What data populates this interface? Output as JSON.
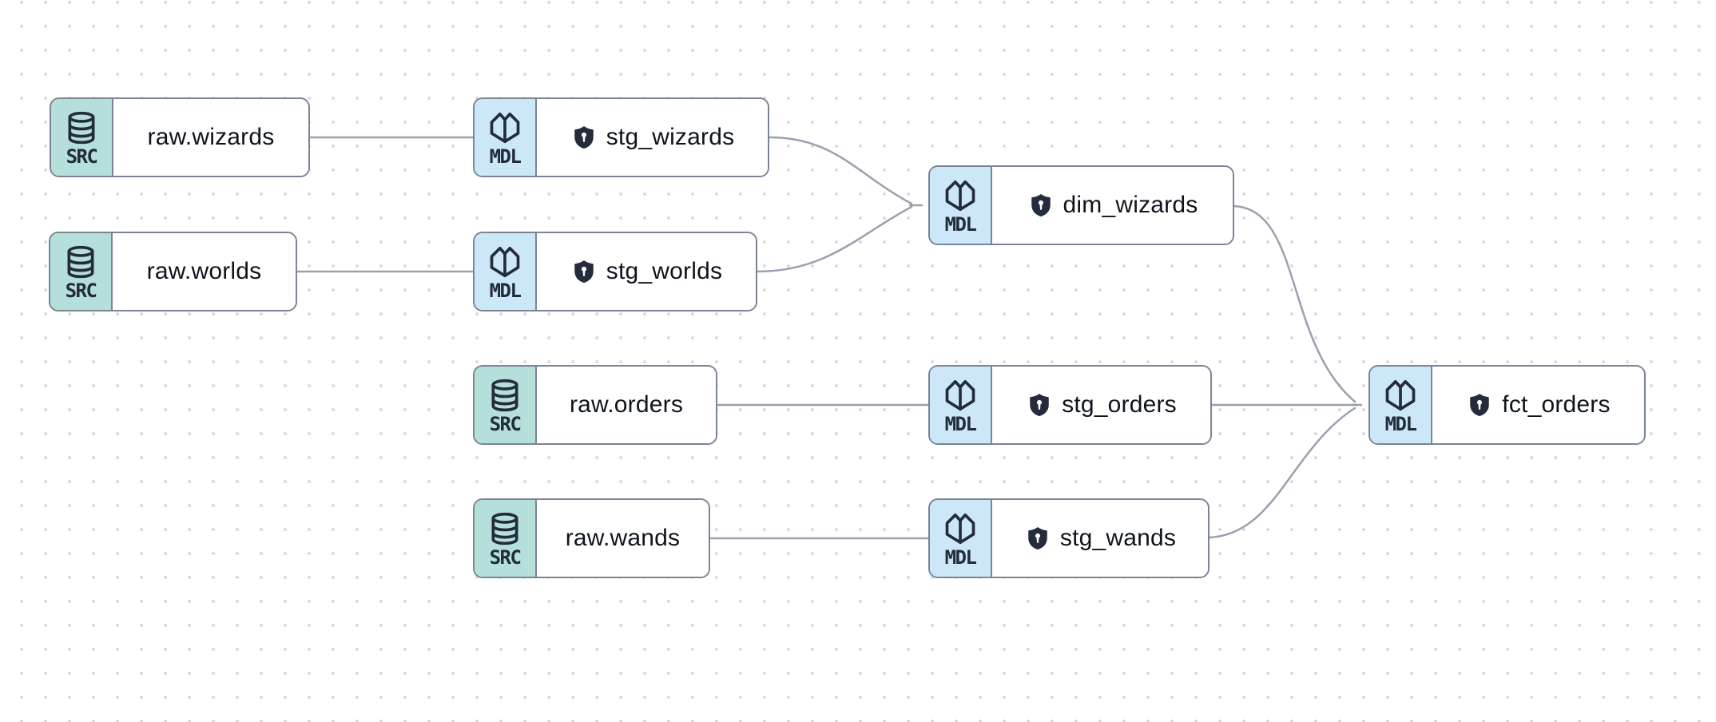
{
  "diagram": {
    "kind": "data-lineage-graph",
    "badges": {
      "source": "SRC",
      "model": "MDL"
    },
    "colors": {
      "source_badge_bg": "#b4dfdb",
      "model_badge_bg": "#cce8f8",
      "node_border": "#7b8494",
      "edge_line": "#9aa1ae",
      "icon_and_badge_text": "#242c3b",
      "node_label_text": "#0f141c",
      "shield_fill": "#242c3b",
      "background_dot": "#d7d7db",
      "background": "#ffffff"
    },
    "nodes": [
      {
        "id": "raw.wizards",
        "type": "source",
        "badge": "SRC",
        "label": "raw.wizards",
        "shield": false
      },
      {
        "id": "raw.worlds",
        "type": "source",
        "badge": "SRC",
        "label": "raw.worlds",
        "shield": false
      },
      {
        "id": "stg_wizards",
        "type": "model",
        "badge": "MDL",
        "label": "stg_wizards",
        "shield": true
      },
      {
        "id": "stg_worlds",
        "type": "model",
        "badge": "MDL",
        "label": "stg_worlds",
        "shield": true
      },
      {
        "id": "dim_wizards",
        "type": "model",
        "badge": "MDL",
        "label": "dim_wizards",
        "shield": true
      },
      {
        "id": "raw.orders",
        "type": "source",
        "badge": "SRC",
        "label": "raw.orders",
        "shield": false
      },
      {
        "id": "stg_orders",
        "type": "model",
        "badge": "MDL",
        "label": "stg_orders",
        "shield": true
      },
      {
        "id": "raw.wands",
        "type": "source",
        "badge": "SRC",
        "label": "raw.wands",
        "shield": false
      },
      {
        "id": "stg_wands",
        "type": "model",
        "badge": "MDL",
        "label": "stg_wands",
        "shield": true
      },
      {
        "id": "fct_orders",
        "type": "model",
        "badge": "MDL",
        "label": "fct_orders",
        "shield": true
      }
    ],
    "edges": [
      {
        "from": "raw.wizards",
        "to": "stg_wizards"
      },
      {
        "from": "raw.worlds",
        "to": "stg_worlds"
      },
      {
        "from": "raw.orders",
        "to": "stg_orders"
      },
      {
        "from": "raw.wands",
        "to": "stg_wands"
      },
      {
        "from": "stg_wizards",
        "to": "dim_wizards"
      },
      {
        "from": "stg_worlds",
        "to": "dim_wizards"
      },
      {
        "from": "dim_wizards",
        "to": "fct_orders"
      },
      {
        "from": "stg_orders",
        "to": "fct_orders"
      },
      {
        "from": "stg_wands",
        "to": "fct_orders"
      }
    ]
  }
}
